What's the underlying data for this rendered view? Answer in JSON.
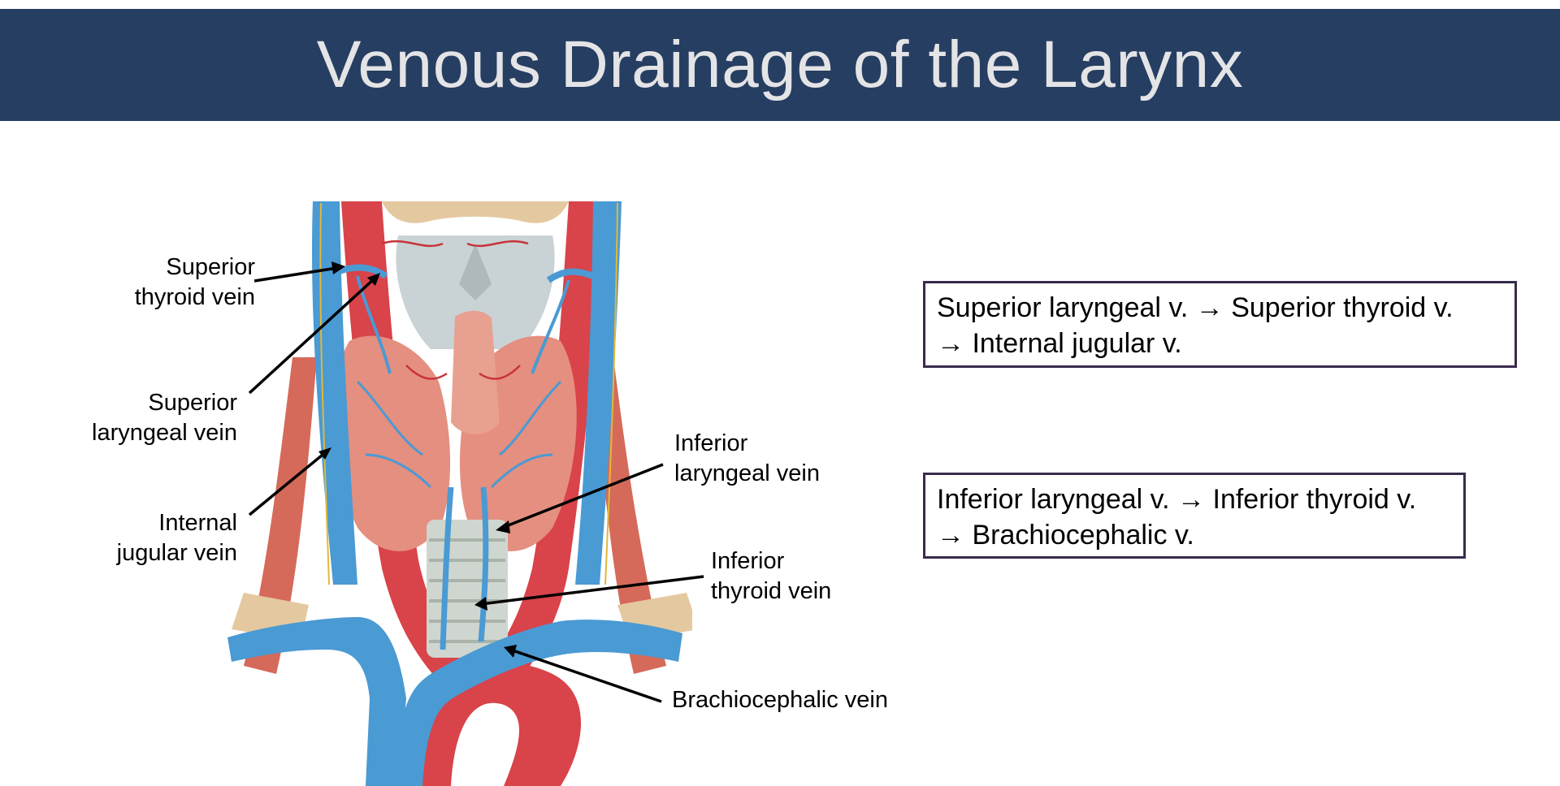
{
  "title": "Venous Drainage of the Larynx",
  "labels": {
    "superior_thyroid_vein": [
      "Superior",
      "thyroid vein"
    ],
    "superior_laryngeal_vein": [
      "Superior",
      "laryngeal vein"
    ],
    "internal_jugular_vein": [
      "Internal",
      "jugular vein"
    ],
    "inferior_laryngeal_vein": [
      "Inferior",
      "laryngeal vein"
    ],
    "inferior_thyroid_vein": [
      "Inferior",
      "thyroid vein"
    ],
    "brachiocephalic_vein": "Brachiocephalic vein"
  },
  "boxes": {
    "superior": [
      "Superior laryngeal v. → Superior thyroid v.",
      "→ Internal jugular v."
    ],
    "inferior": [
      "Inferior laryngeal v. → Inferior thyroid v.",
      "→ Brachiocephalic v."
    ]
  },
  "colors": {
    "title_bar": "#263e61",
    "vein": "#4a9ad4",
    "artery": "#d9434a",
    "thyroid": "#e48f7f",
    "cartilage": "#c9d2d4",
    "box_border": "#3a2a4d"
  }
}
